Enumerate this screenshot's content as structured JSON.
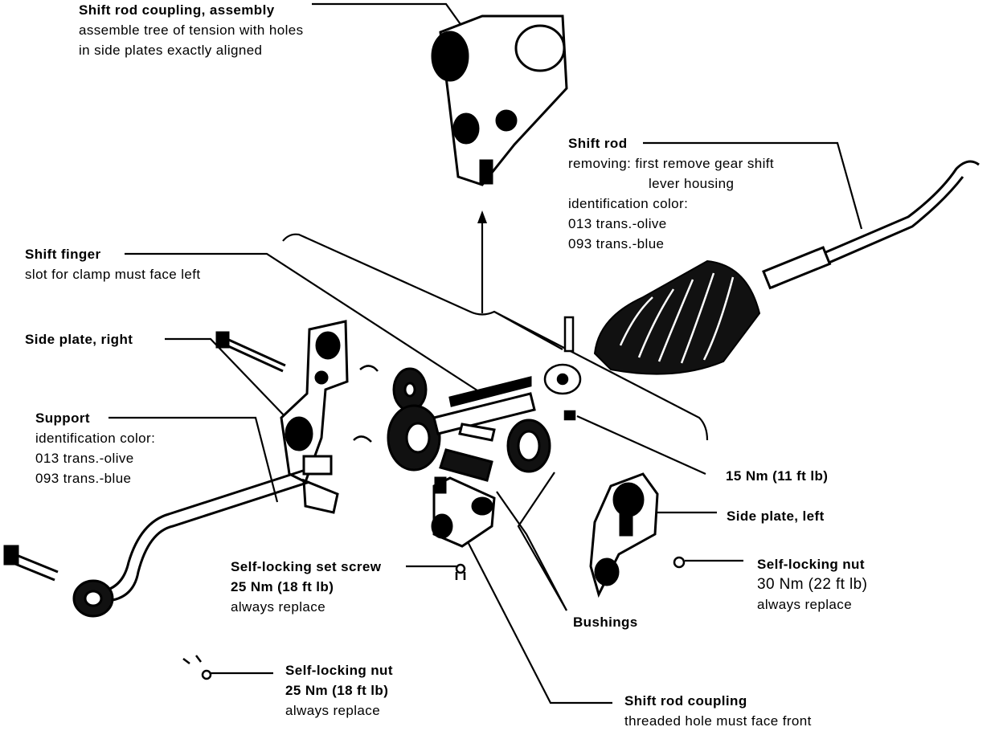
{
  "labels": {
    "coupling_assembly": {
      "title": "Shift rod coupling, assembly",
      "lines": [
        "assemble tree of tension with holes",
        "in side plates exactly aligned"
      ]
    },
    "shift_rod": {
      "title": "Shift rod",
      "lines": [
        "removing: first remove gear shift",
        "lever housing",
        "identification color:",
        "013 trans.-olive",
        "093 trans.-blue"
      ]
    },
    "shift_finger": {
      "title": "Shift finger",
      "lines": [
        "slot for clamp must face left"
      ]
    },
    "side_plate_right": {
      "title": "Side plate, right"
    },
    "support": {
      "title": "Support",
      "lines": [
        "identification color:",
        "013 trans.-olive",
        "093 trans.-blue"
      ]
    },
    "torque_15": {
      "text": "15 Nm (11 ft lb)"
    },
    "side_plate_left": {
      "title": "Side plate, left"
    },
    "nut_30": {
      "title": "Self-locking nut",
      "lines": [
        "30 Nm (22 ft lb)",
        "always replace"
      ]
    },
    "set_screw": {
      "title": "Self-locking set screw",
      "lines": [
        "25 Nm (18 ft lb)",
        "always replace"
      ]
    },
    "bushings": {
      "title": "Bushings"
    },
    "nut_25": {
      "title": "Self-locking nut",
      "lines": [
        "25 Nm (18 ft lb)",
        "always replace"
      ]
    },
    "coupling": {
      "title": "Shift rod coupling",
      "lines": [
        "threaded hole must face front"
      ]
    }
  }
}
